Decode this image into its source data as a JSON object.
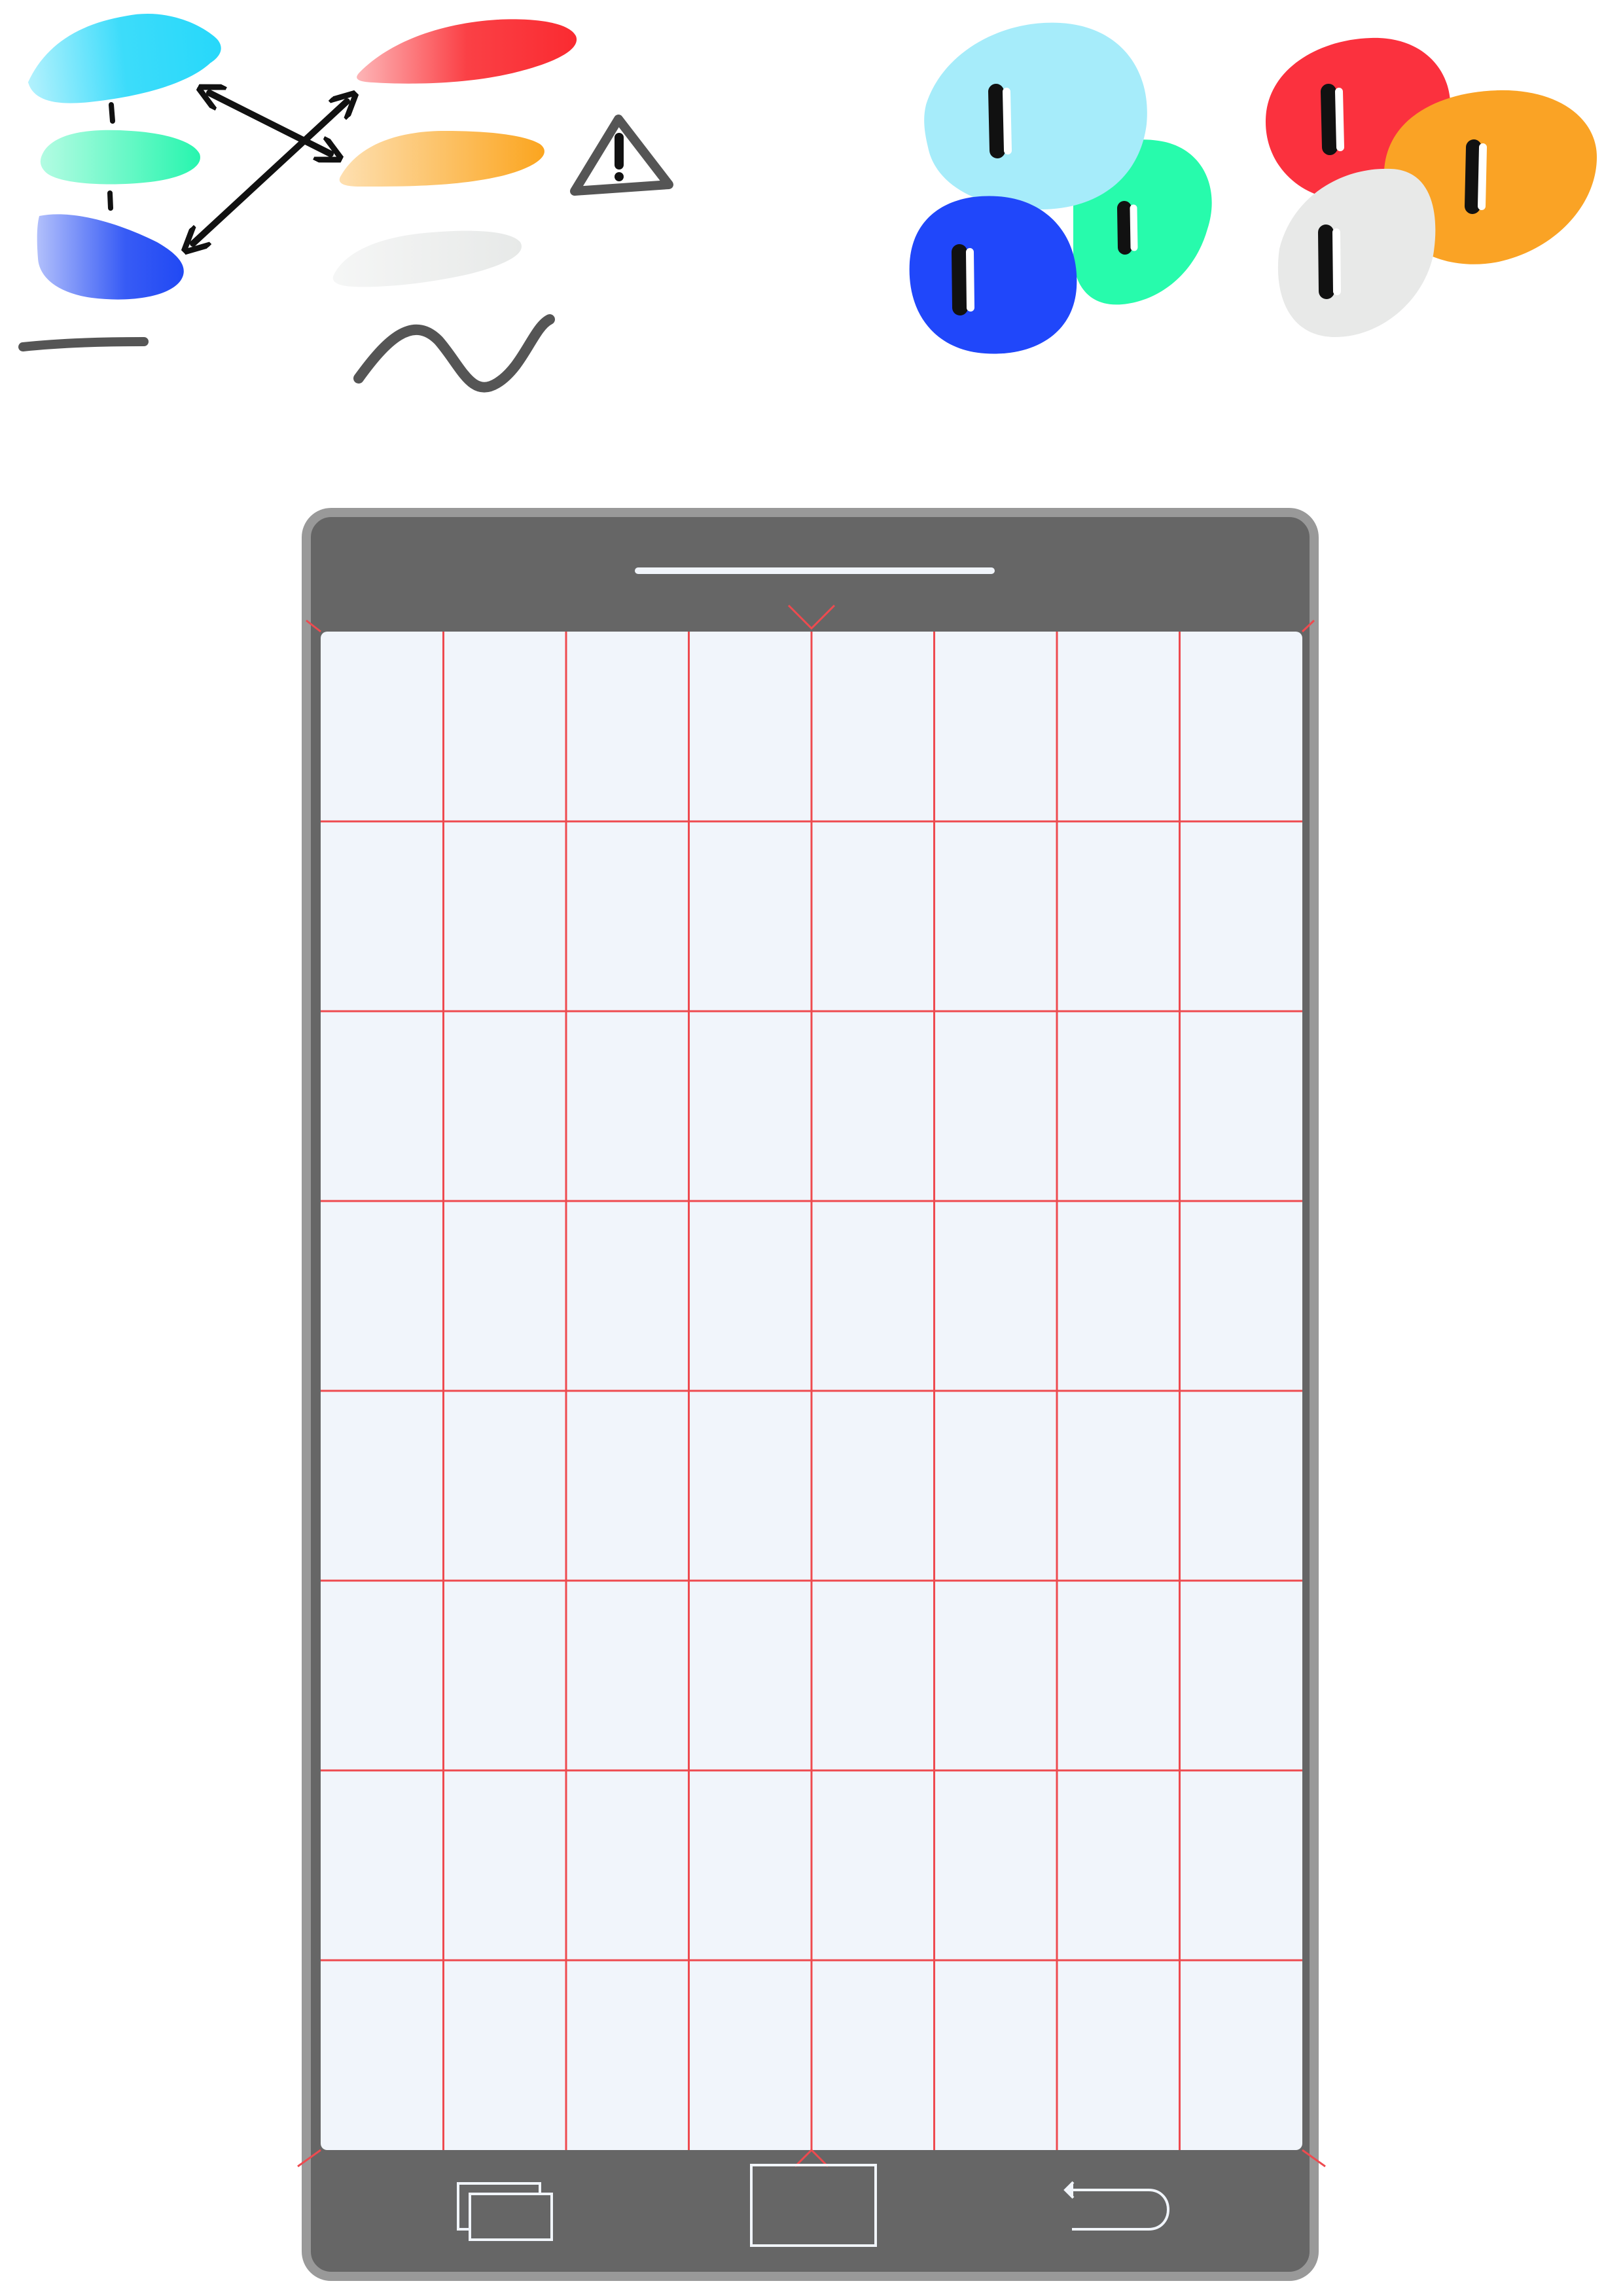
{
  "colors": {
    "light_blue": "#27d8fa",
    "mint": "#27f5ae",
    "blue": "#2149f4",
    "red": "#fa2b31",
    "orange": "#fba51f",
    "light_gray": "#e7e9e8",
    "dark_gray": "#666666",
    "bezel_outline": "#999999",
    "screen_bg": "#f1f5fb",
    "grid_line": "#ee4a4f",
    "black": "#111111",
    "white": "#ffffff",
    "bubble_light_blue": "#a6ecfa",
    "bubble_mint": "#27fbac",
    "bubble_blue": "#2047fa",
    "bubble_red": "#fb313e",
    "bubble_orange": "#faa325",
    "bubble_gray": "#e8e9e8"
  },
  "legend": {
    "swatches": [
      {
        "name": "light-blue-swatch",
        "color_key": "light_blue"
      },
      {
        "name": "mint-swatch",
        "color_key": "mint"
      },
      {
        "name": "blue-swatch",
        "color_key": "blue"
      },
      {
        "name": "red-swatch",
        "color_key": "red"
      },
      {
        "name": "orange-swatch",
        "color_key": "orange"
      },
      {
        "name": "light-gray-swatch",
        "color_key": "light_gray"
      }
    ],
    "icons": [
      "double-arrow-icon",
      "warning-icon",
      "wave-icon",
      "dash-line-icon"
    ]
  },
  "bubbles": {
    "left_group": [
      "bubble_light_blue",
      "bubble_mint",
      "bubble_blue"
    ],
    "right_group": [
      "bubble_red",
      "bubble_orange",
      "bubble_gray"
    ]
  },
  "device": {
    "grid": {
      "columns": 8,
      "rows": 8
    },
    "nav_icons": [
      "recent-apps-icon",
      "home-icon",
      "back-icon"
    ]
  }
}
